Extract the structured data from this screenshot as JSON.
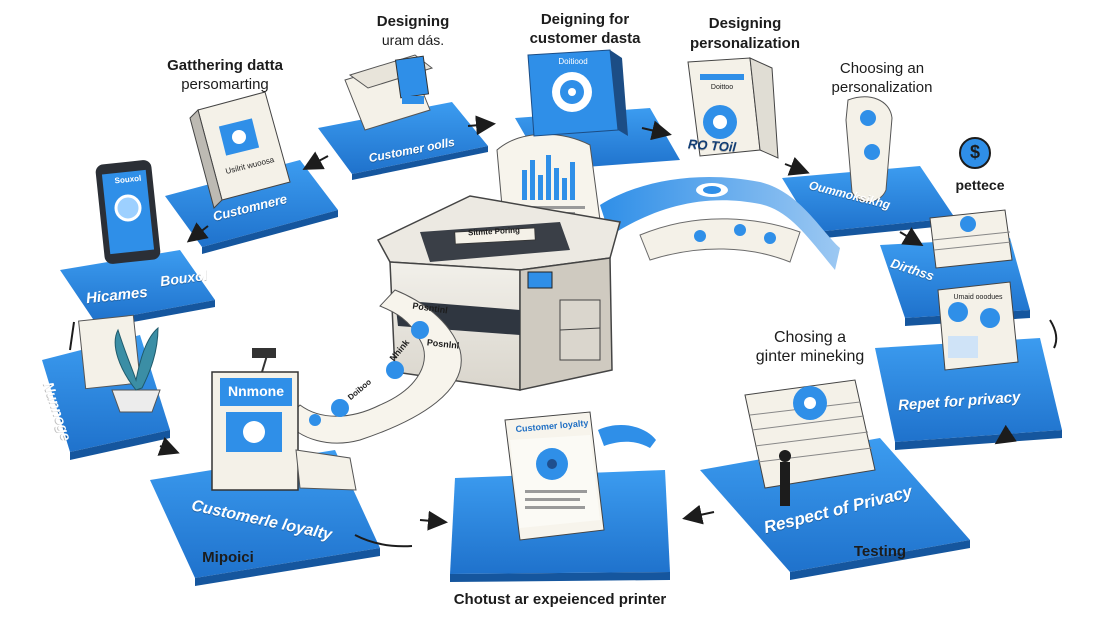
{
  "colors": {
    "accent": "#2f8fe8",
    "accent_dark": "#1f6fc4",
    "ink": "#1c1c1c",
    "paper": "#f4f1e8",
    "machine": "#e9e6df",
    "machine_dark": "#3a3f47"
  },
  "labels": {
    "designing_top": "Designing",
    "uram_das": "uram dás.",
    "designing_for": "Deigning for",
    "customer_dasta": "customer dasta",
    "designing_personalization_1": "Designing",
    "designing_personalization_2": "personalization",
    "gathering_1": "Gatthering datta",
    "gathering_2": "persomarting",
    "choosing_1": "Choosing an",
    "choosing_2": "personalization",
    "pettece": "pettece",
    "chosing_1": "Chosing a",
    "chosing_2": "ginter mineking",
    "mipoici": "Mipoici",
    "testing": "Testing",
    "bottom_caption": "Chotust ar expeienced printer"
  },
  "platforms": {
    "customer_oolls": "Customer oolls",
    "customernere": "Customnere",
    "hicames": "Hicames",
    "bouxol": "Bouxol",
    "nunnoge": "Nunnoge",
    "customerle_loyalty": "Customerle loyalty",
    "ro_toil": "RO TOil",
    "oummoksikhg": "Oummoksikhg",
    "dirthss": "Dirthss",
    "repet_privacy": "Repet for privacy",
    "respect_privacy": "Respect of Privacy"
  },
  "items": {
    "printer_label": "Sitmte Poring",
    "book_label": "Usilrit wuoosa",
    "tablet_label": "Souxol",
    "sign_label": "Nnmone",
    "doc_label": "Customer loyalty",
    "folder_label": "Doitiood",
    "brochure_label": "Doittoo",
    "sheet_label": "Umaid ooodues",
    "coin_icon": "$",
    "strip_labels": [
      "Posntinl",
      "Nhink",
      "Doiboo",
      "Posnlnl"
    ]
  }
}
